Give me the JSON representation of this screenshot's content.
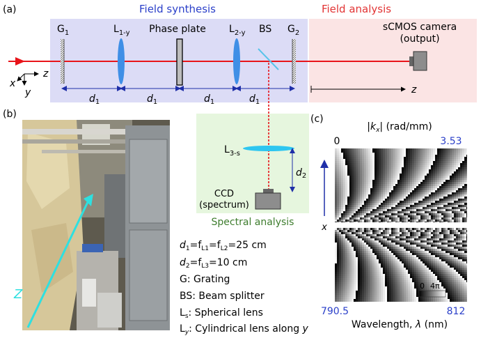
{
  "panels": {
    "a": "(a)",
    "b": "(b)",
    "c": "(c)"
  },
  "sections": {
    "field_synthesis": "Field synthesis",
    "field_analysis": "Field analysis",
    "spectral_analysis": "Spectral analysis"
  },
  "components": {
    "g1": "G",
    "g1_sub": "1",
    "l1": "L",
    "l1_sub": "1-y",
    "phase_plate": "Phase plate",
    "l2": "L",
    "l2_sub": "2-y",
    "bs": "BS",
    "g2": "G",
    "g2_sub": "2",
    "camera_line1": "sCMOS camera",
    "camera_line2": "(output)",
    "l3": "L",
    "l3_sub": "3-s",
    "ccd_line1": "CCD",
    "ccd_line2": "(spectrum)"
  },
  "axes_labels": {
    "x": "x",
    "y": "y",
    "z": "z",
    "z_prop": "z",
    "d": "d",
    "d_sub": "1",
    "d2": "d",
    "d2_sub": "2",
    "photo_z": "Z"
  },
  "legend": [
    {
      "pre_it": "d",
      "pre_sub": "1",
      "body": "=f",
      "s1": "L1",
      "mid": "=f",
      "s2": "L2",
      "tail": "=25 cm"
    },
    {
      "pre_it": "d",
      "pre_sub": "2",
      "body": "=f",
      "s1": "L3",
      "mid": "",
      "s2": "",
      "tail": "=10 cm"
    },
    {
      "text": "G: Grating"
    },
    {
      "text": "BS: Beam splitter"
    },
    {
      "pre": "L",
      "sub": "s",
      "text": ": Spherical lens"
    },
    {
      "pre": "L",
      "sub": "y",
      "text": ": Cylindrical lens along ",
      "tail_it": "y"
    }
  ],
  "phase_map": {
    "title_pre": "|",
    "title_var": "k",
    "title_sub": "x",
    "title_post": "| (rad/mm)",
    "kx_min": "0",
    "kx_max": "3.53",
    "wl_min": "790.5",
    "wl_max": "812",
    "xlabel_pre": "Wavelength, ",
    "xlabel_var": "λ",
    "xlabel_post": " (nm)",
    "x_axis": "x",
    "cbar_min": "0",
    "cbar_max": "4π"
  },
  "colors": {
    "synthesis_bg": "#dcdcf6",
    "analysis_bg": "#fbe4e4",
    "spectral_bg": "#e6f6de",
    "beam": "#e8141a",
    "lens": "#3f8fe6",
    "cyl_lens": "#2ec6f0",
    "blue_text": "#2a3fc9",
    "red_text": "#e23434",
    "green_text": "#3e7d2e",
    "cyan_axis": "#2ee0e0"
  }
}
